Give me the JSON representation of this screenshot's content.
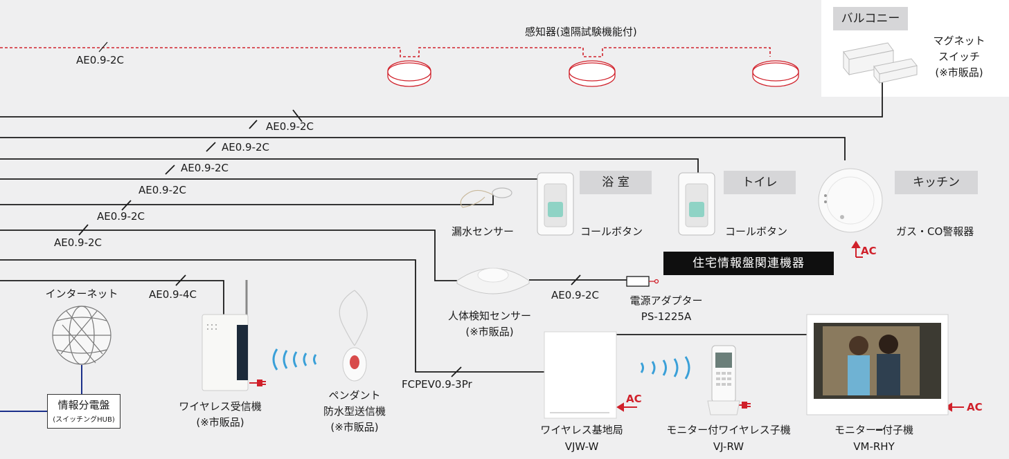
{
  "colors": {
    "background": "#efeff0",
    "wire": "#1a1a1a",
    "dashed": "#d0202a",
    "hub_line": "#1a2f8a",
    "ac": "#d0202a",
    "signal": "#3aa0d8",
    "label_bar": "#0f0f0f"
  },
  "balcony": {
    "title": "バルコニー",
    "device_line1": "マグネット",
    "device_line2": "スイッチ",
    "device_line3": "(※市販品)"
  },
  "sensor_title": "感知器(遠隔試験機能付)",
  "cables": {
    "ae_top": "AE0.9-2C",
    "ae1": "AE0.9-2C",
    "ae2": "AE0.9-2C",
    "ae3": "AE0.9-2C",
    "ae4": "AE0.9-2C",
    "ae5": "AE0.9-2C",
    "ae6": "AE0.9-2C",
    "ae4c": "AE0.9-4C",
    "ae_adapter": "AE0.9-2C",
    "fcpev": "FCPEV0.9-3Pr"
  },
  "rooms": {
    "bath": "浴 室",
    "toilet": "トイレ",
    "kitchen": "キッチン"
  },
  "devices": {
    "leak": "漏水センサー",
    "call1": "コールボタン",
    "call2": "コールボタン",
    "gas": "ガス・CO警報器",
    "housing_bar": "住宅情報盤関連機器",
    "human_line1": "人体検知センサー",
    "human_line2": "(※市販品)",
    "adapter_line1": "電源アダプター",
    "adapter_line2": "PS-1225A",
    "internet": "インターネット",
    "hub_line1": "情報分電盤",
    "hub_line2": "(スイッチングHUB)",
    "receiver_line1": "ワイヤレス受信機",
    "receiver_line2": "(※市販品)",
    "pendant_line1": "ペンダント",
    "pendant_line2": "防水型送信機",
    "pendant_line3": "(※市販品)",
    "base_line1": "ワイヤレス基地局",
    "base_line2": "VJW-W",
    "handset_line1": "モニター付ワイヤレス子機",
    "handset_line2": "VJ-RW",
    "monitor_line1": "モニター━付子機",
    "monitor_line2": "VM-RHY"
  },
  "ac_label": "AC"
}
